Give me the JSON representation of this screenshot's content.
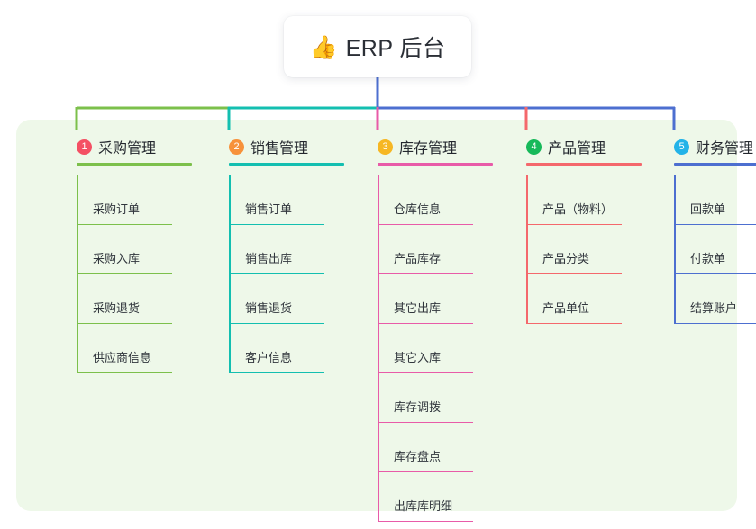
{
  "root": {
    "icon": "thumbs-up-icon",
    "emoji": "👍",
    "title": "ERP 后台"
  },
  "panel": {
    "background": "#eef8e9"
  },
  "columns": [
    {
      "number": "1",
      "title": "采购管理",
      "badge_color": "#f45064",
      "line_color": "#7cc04b",
      "items": [
        "采购订单",
        "采购入库",
        "采购退货",
        "供应商信息"
      ]
    },
    {
      "number": "2",
      "title": "销售管理",
      "badge_color": "#f7923b",
      "line_color": "#13bfb0",
      "items": [
        "销售订单",
        "销售出库",
        "销售退货",
        "客户信息"
      ]
    },
    {
      "number": "3",
      "title": "库存管理",
      "badge_color": "#f6b723",
      "line_color": "#e85ba8",
      "items": [
        "仓库信息",
        "产品库存",
        "其它出库",
        "其它入库",
        "库存调拨",
        "库存盘点",
        "出库库明细"
      ]
    },
    {
      "number": "4",
      "title": "产品管理",
      "badge_color": "#17b95a",
      "line_color": "#f4686c",
      "items": [
        "产品（物料）",
        "产品分类",
        "产品单位"
      ]
    },
    {
      "number": "5",
      "title": "财务管理",
      "badge_color": "#23b3e8",
      "line_color": "#4d6fd0",
      "items": [
        "回款单",
        "付款单",
        "结算账户"
      ]
    }
  ],
  "connectors": {
    "bus_segments": [
      {
        "name": "segment-purchase",
        "color": "#7cc04b"
      },
      {
        "name": "segment-sales",
        "color": "#13bfb0"
      },
      {
        "name": "segment-right",
        "color": "#4d6fd0"
      }
    ],
    "root_stem_color": "#4d6fd0"
  }
}
